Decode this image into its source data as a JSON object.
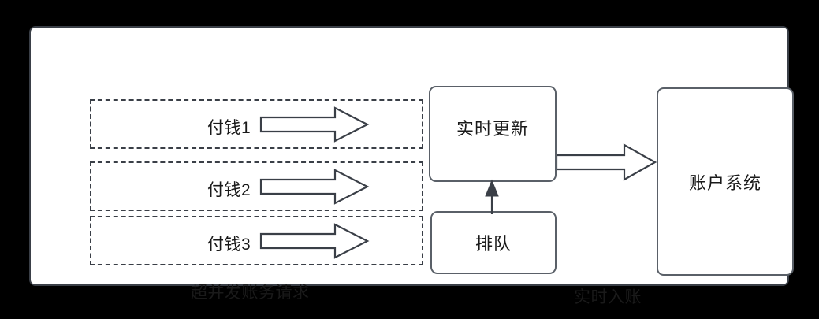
{
  "diagram": {
    "background_color": "#000000",
    "panel_color": "#ffffff",
    "stroke_color": "#3a3f47",
    "text_color": "#1a1a1a",
    "lanes": [
      {
        "label": "付钱1",
        "arrow": "block-arrow-right-icon"
      },
      {
        "label": "付钱2",
        "arrow": "block-arrow-right-icon"
      },
      {
        "label": "付钱3",
        "arrow": "block-arrow-right-icon"
      }
    ],
    "boxes": {
      "update": "实时更新",
      "queue": "排队",
      "account": "账户系统"
    },
    "captions": {
      "left": "超并发账务请求",
      "right": "实时入账"
    }
  }
}
